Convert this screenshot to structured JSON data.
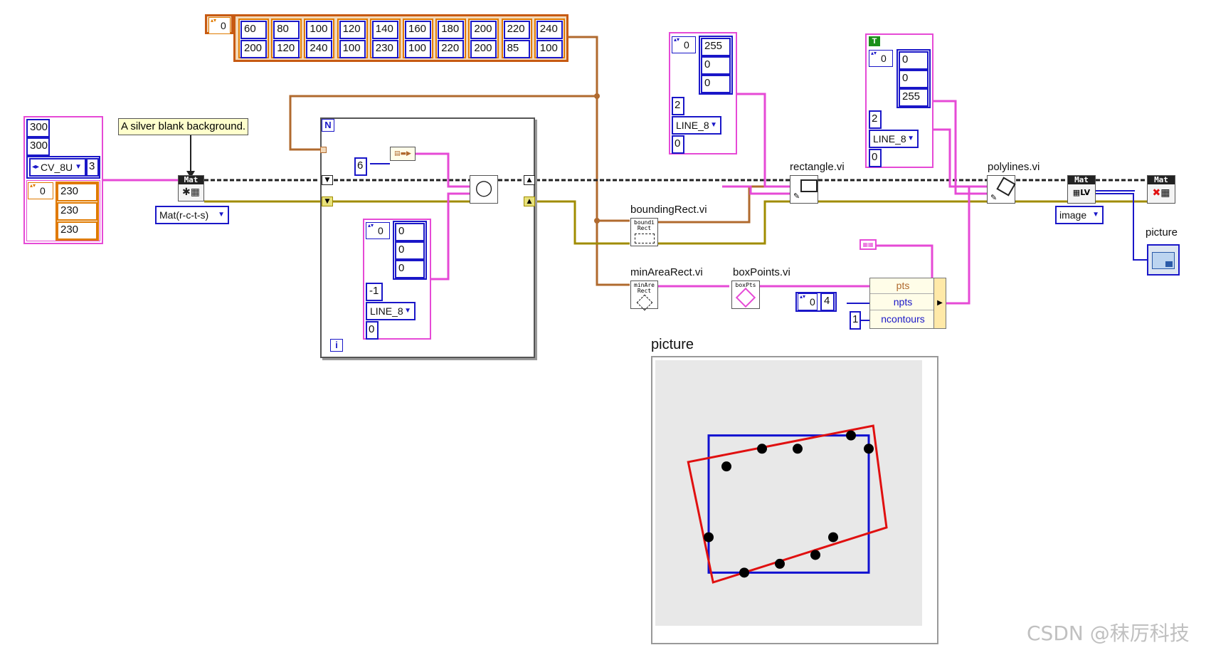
{
  "points_array": {
    "index": "0",
    "x": [
      "60",
      "80",
      "100",
      "120",
      "140",
      "160",
      "180",
      "200",
      "220",
      "240"
    ],
    "y": [
      "200",
      "120",
      "240",
      "100",
      "230",
      "100",
      "220",
      "200",
      "85",
      "100"
    ]
  },
  "mat_create": {
    "rows": "300",
    "cols": "300",
    "type": "CV_8U",
    "channels": "3",
    "scalar_index": "0",
    "scalar": [
      "230",
      "230",
      "230"
    ],
    "comment": "A silver blank background.",
    "header": "Mat",
    "constructor": "Mat(r-c-t-s)"
  },
  "loop": {
    "count_label": "N",
    "iter_label": "i",
    "radius_const": "6",
    "color_index": "0",
    "color": [
      "0",
      "0",
      "0"
    ],
    "thickness": "-1",
    "line_type": "LINE_8",
    "shift": "0"
  },
  "rect_params": {
    "color_index": "0",
    "color": [
      "255",
      "0",
      "0"
    ],
    "thickness": "2",
    "line_type": "LINE_8",
    "shift": "0"
  },
  "poly_params": {
    "is_closed": "T",
    "color_index": "0",
    "color": [
      "0",
      "0",
      "255"
    ],
    "thickness": "2",
    "line_type": "LINE_8",
    "shift": "0"
  },
  "vis": {
    "bounding_rect": "boundingRect.vi",
    "min_area_rect": "minAreaRect.vi",
    "box_points": "boxPoints.vi",
    "rectangle": "rectangle.vi",
    "polylines": "polylines.vi",
    "bounding_icon": "boundi Rect",
    "min_area_icon": "minAre Rect",
    "box_points_icon": "boxPts"
  },
  "bundle": {
    "fields": [
      "pts",
      "npts",
      "ncontours"
    ],
    "npts_index": "0",
    "npts_value": "4",
    "ncontours_value": "1"
  },
  "output": {
    "mat_to_lv_header": "Mat",
    "mat_to_lv_icon": "LV",
    "image_ring": "image",
    "release_header": "Mat",
    "picture_terminal_label": "picture"
  },
  "preview": {
    "label": "picture",
    "bg_color": "#e8e8e8",
    "rect_color": "#1010d0",
    "min_rect_color": "#e01010",
    "point_color": "#000000"
  },
  "watermark": "CSDN @秣厉科技",
  "colors": {
    "pink_wire": "#e64ad6",
    "cluster_wire": "#b06a2e",
    "mat_wire": "#222222",
    "error_wire": "#a08c00",
    "int_blue": "#1a17c8"
  }
}
